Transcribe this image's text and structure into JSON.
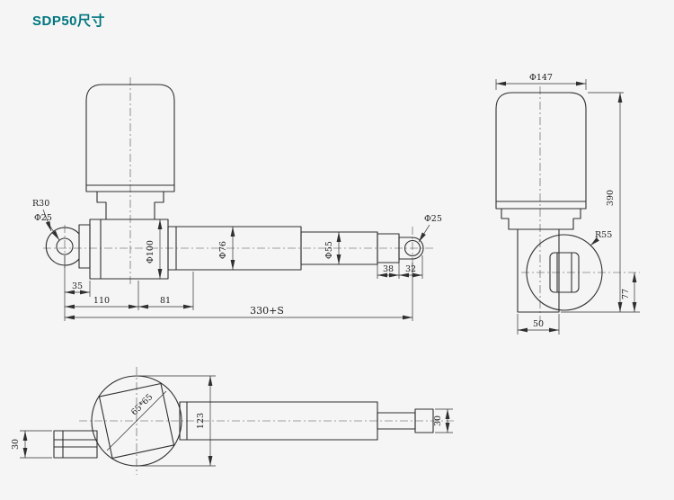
{
  "title": "SDP50尺寸",
  "colors": {
    "background": "#f4f5f4",
    "line": "#2f2f2f",
    "title": "#007580"
  },
  "side": {
    "r30": "R30",
    "phi25_left": "Φ25",
    "phi100": "Φ100",
    "phi76": "Φ76",
    "phi55": "Φ55",
    "phi25_right": "Φ25",
    "d35": "35",
    "d110": "110",
    "d81": "81",
    "d38": "38",
    "d32": "32",
    "total": "330+S"
  },
  "front": {
    "phi147": "Φ147",
    "d390": "390",
    "r55": "R55",
    "d77": "77",
    "d50": "50"
  },
  "top": {
    "square": "65*65",
    "d123": "123",
    "d30_left": "30",
    "d30_right": "30"
  }
}
